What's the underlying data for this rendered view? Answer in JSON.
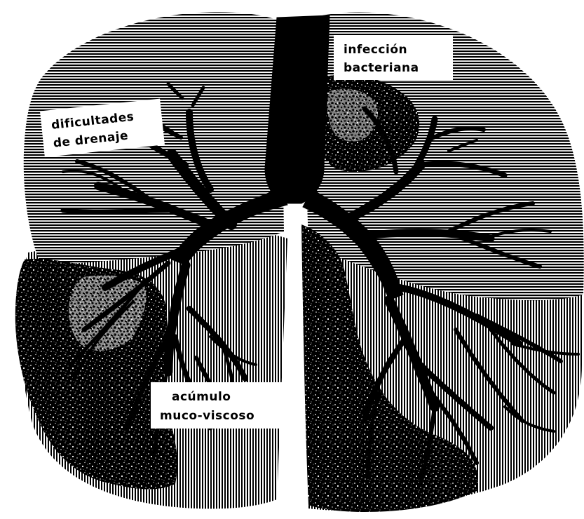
{
  "figure": {
    "colors": {
      "ink": "#000000",
      "paper": "#ffffff"
    },
    "labels": {
      "bacterial_infection": [
        "infección",
        "bacteriana"
      ],
      "drainage_difficulty": [
        "dificultades",
        "de drenaje"
      ],
      "mucus_buildup": [
        "acúmulo",
        "muco-viscoso"
      ]
    }
  }
}
